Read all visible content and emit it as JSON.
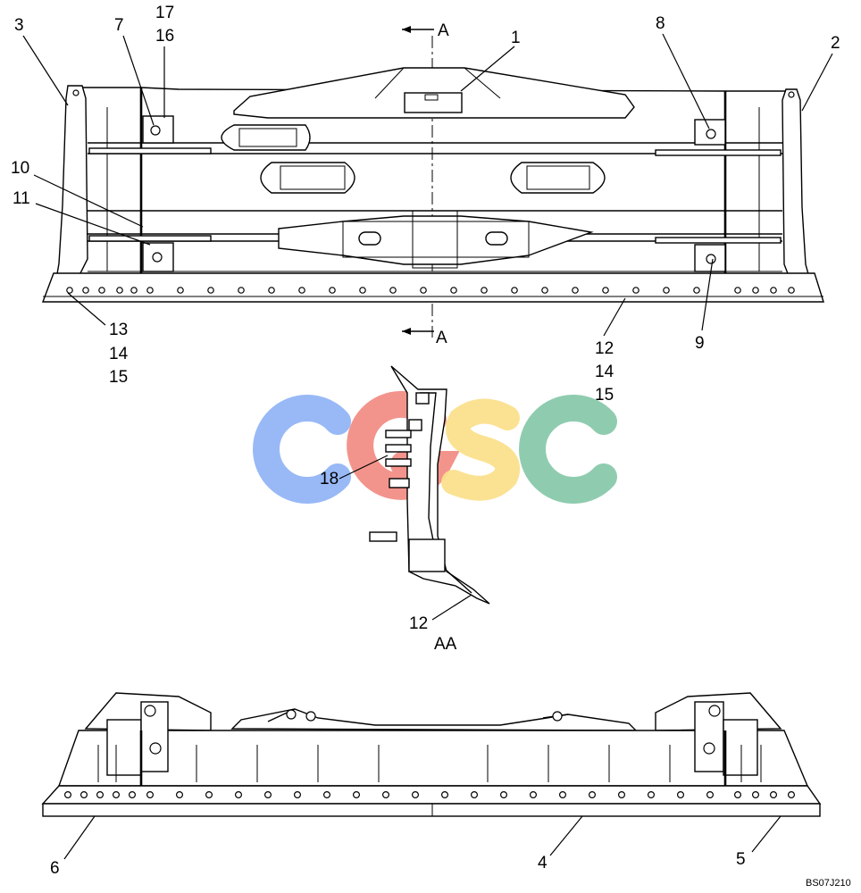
{
  "diagram": {
    "callouts": {
      "top_view": {
        "p1": "1",
        "p2": "2",
        "p3": "3",
        "p7": "7",
        "p8": "8",
        "p9": "9",
        "p10": "10",
        "p11": "11",
        "p16": "16",
        "p17": "17",
        "p13": "13",
        "p13_14": "14",
        "p13_15": "15",
        "p12": "12",
        "p12_14": "14",
        "p12_15": "15"
      },
      "section_view": {
        "p18": "18",
        "p12": "12"
      },
      "front_view": {
        "p4": "4",
        "p5": "5",
        "p6": "6"
      }
    },
    "section_markers": {
      "top": "A",
      "bottom": "A"
    },
    "section_title": "AA",
    "watermark": {
      "letters": [
        "C",
        "G",
        "S",
        "C"
      ],
      "colors": [
        "#8fb3f5",
        "#f28b82",
        "#fbe08a",
        "#86c8a8"
      ]
    },
    "drawing_code": "BS07J210"
  }
}
